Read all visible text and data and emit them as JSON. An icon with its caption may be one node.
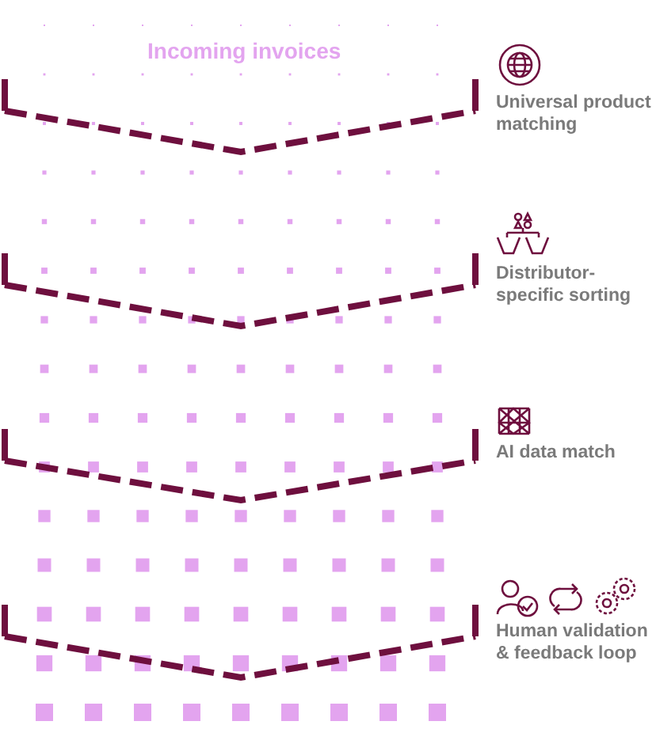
{
  "diagram": {
    "labels": [
      "Incoming invoices",
      "Universal product matching",
      "Distributor-specific sorting",
      "AI data match",
      "Human validation & feedback loop"
    ]
  }
}
